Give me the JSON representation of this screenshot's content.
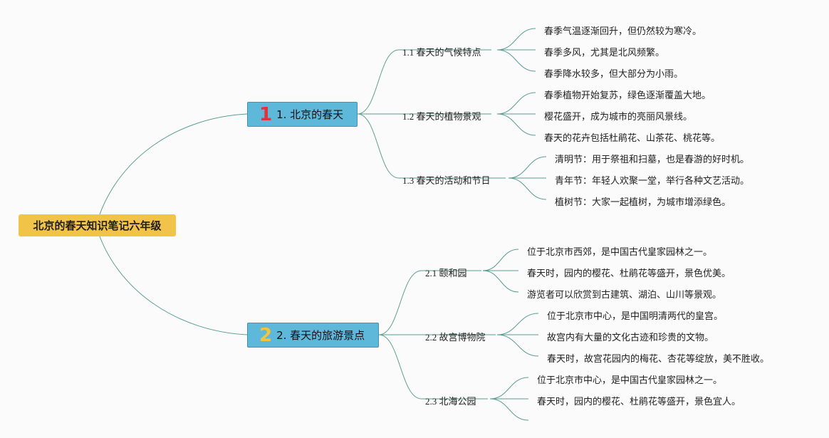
{
  "root": {
    "title": "北京的春天知识笔记六年级"
  },
  "branches": [
    {
      "badge": "1",
      "title": "1. 北京的春天",
      "badge_color": "#e2333a",
      "subs": [
        {
          "title": "1.1 春天的气候特点",
          "items": [
            "春季气温逐渐回升，但仍然较为寒冷。",
            "春季多风，尤其是北风频繁。",
            "春季降水较多，但大部分为小雨。"
          ]
        },
        {
          "title": "1.2 春天的植物景观",
          "items": [
            "春季植物开始复苏，绿色逐渐覆盖大地。",
            "樱花盛开，成为城市的亮丽风景线。",
            "春天的花卉包括杜鹃花、山茶花、桃花等。"
          ]
        },
        {
          "title": "1.3 春天的活动和节日",
          "items": [
            "清明节：用于祭祖和扫墓，也是春游的好时机。",
            "青年节：年轻人欢聚一堂，举行各种文艺活动。",
            "植树节：大家一起植树，为城市增添绿色。"
          ]
        }
      ]
    },
    {
      "badge": "2",
      "title": "2. 春天的旅游景点",
      "badge_color": "#f3c43a",
      "subs": [
        {
          "title": "2.1 颐和园",
          "items": [
            "位于北京市西郊，是中国古代皇家园林之一。",
            "春天时，园内的樱花、杜鹃花等盛开，景色优美。",
            "游览者可以欣赏到古建筑、湖泊、山川等景观。"
          ]
        },
        {
          "title": "2.2 故宫博物院",
          "items": [
            "位于北京市中心，是中国明清两代的皇宫。",
            "故宫内有大量的文化古迹和珍贵的文物。",
            "春天时，故宫花园内的梅花、杏花等绽放，美不胜收。"
          ]
        },
        {
          "title": "2.3 北海公园",
          "items": [
            "位于北京市中心，是中国古代皇家园林之一。",
            "春天时，园内的樱花、杜鹃花等盛开，景色宜人。"
          ]
        }
      ]
    }
  ],
  "colors": {
    "line": "#5b9e90",
    "root_bg": "#f2c349",
    "branch_bg": "#5db8d9"
  }
}
